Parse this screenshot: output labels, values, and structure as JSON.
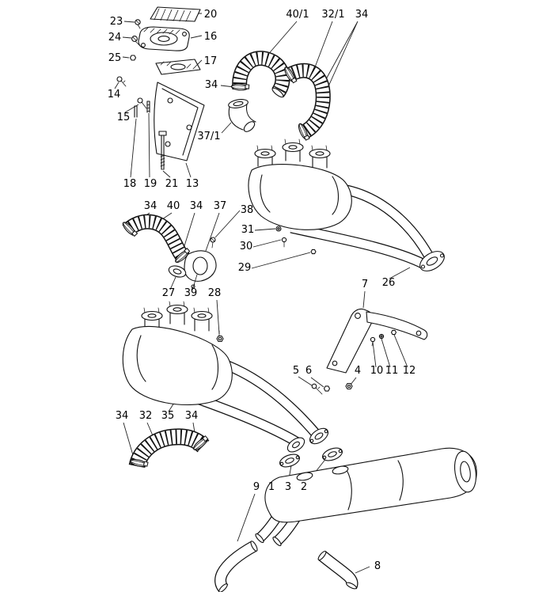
{
  "figure": {
    "kind": "exploded-parts-diagram",
    "background_color": "#ffffff",
    "ink_color": "#111111"
  },
  "callouts": [
    "23",
    "20",
    "24",
    "16",
    "25",
    "17",
    "14",
    "15",
    "18",
    "19",
    "21",
    "13",
    "40/1",
    "32/1",
    "34",
    "34",
    "37/1",
    "34",
    "40",
    "34",
    "37",
    "38",
    "31",
    "30",
    "29",
    "7",
    "26",
    "27",
    "39",
    "28",
    "5",
    "6",
    "4",
    "10",
    "11",
    "12",
    "34",
    "32",
    "35",
    "34",
    "9",
    "1",
    "3",
    "2",
    "8"
  ]
}
